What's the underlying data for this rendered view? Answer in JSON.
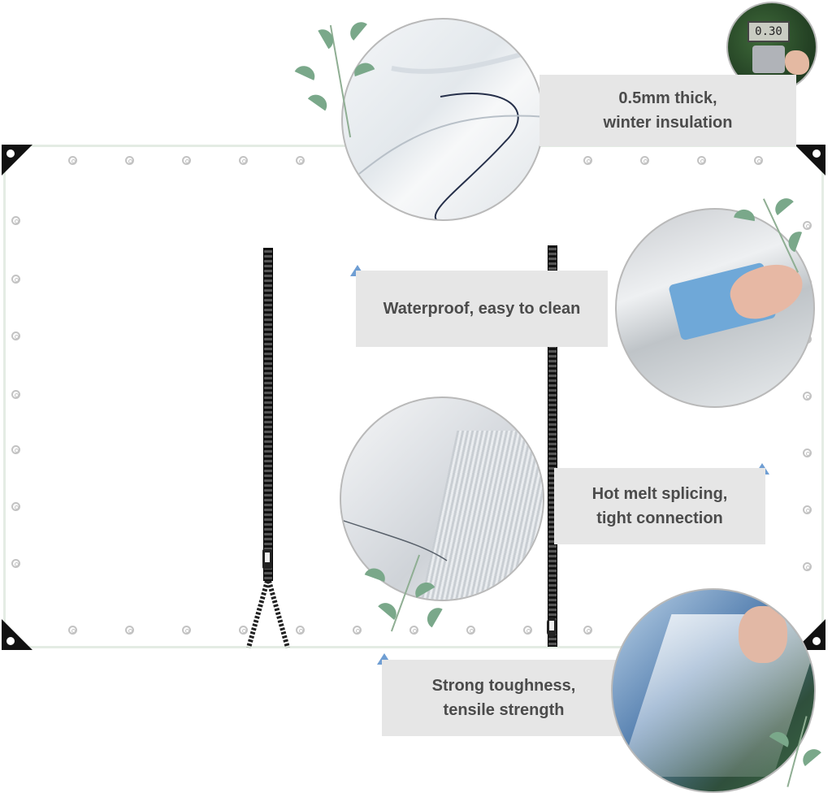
{
  "features": [
    {
      "id": "thickness",
      "lines": [
        "0.5mm thick,",
        "winter insulation"
      ]
    },
    {
      "id": "waterproof",
      "lines": [
        "Waterproof, easy to clean"
      ]
    },
    {
      "id": "splicing",
      "lines": [
        "Hot melt splicing,",
        "tight connection"
      ]
    },
    {
      "id": "toughness",
      "lines": [
        "Strong toughness,",
        "tensile strength"
      ]
    }
  ],
  "gauge_reading": "0.30",
  "colors": {
    "label_bg": "#e6e6e6",
    "label_text": "#4b4b4b",
    "arrow": "#6f9ed3",
    "leaf": "#7aa88a"
  },
  "icons": [
    "grommet-icon",
    "arrow-up-icon",
    "leaf-icon",
    "zipper-icon"
  ]
}
